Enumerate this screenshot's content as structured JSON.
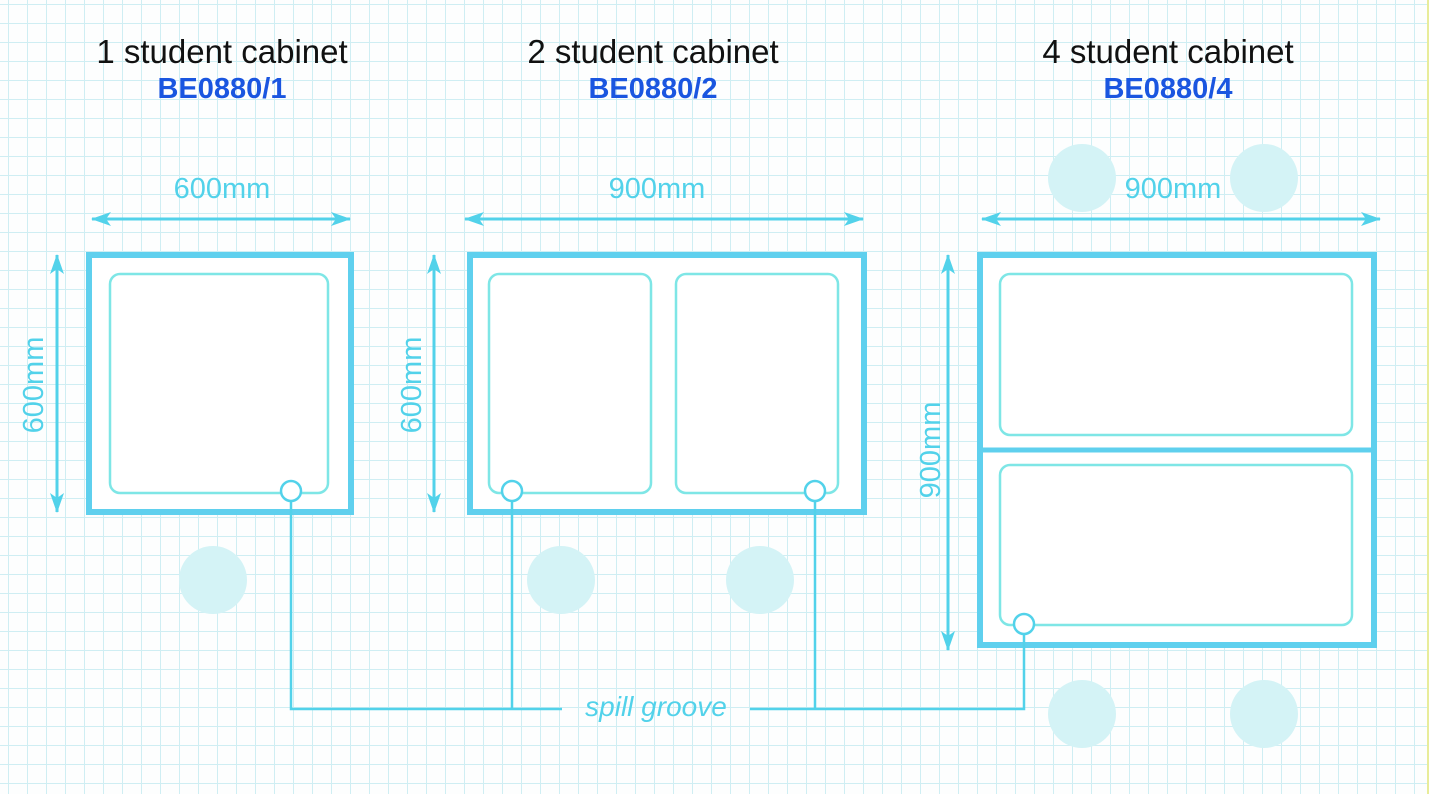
{
  "colors": {
    "cabinet_outline": "#5fd0ee",
    "sink_outline": "#7ee6e6",
    "dimension": "#52d2ea",
    "stool": "#d4f3f6",
    "code_text": "#1a56e0",
    "grid": "#cfeef3"
  },
  "cabinets": [
    {
      "name": "1 student cabinet",
      "code": "BE0880/1",
      "width_label": "600mm",
      "height_label": "600mm"
    },
    {
      "name": "2 student cabinet",
      "code": "BE0880/2",
      "width_label": "900mm",
      "height_label": "600mm"
    },
    {
      "name": "4 student cabinet",
      "code": "BE0880/4",
      "width_label": "900mm",
      "height_label": "900mm"
    }
  ],
  "spill_label": "spill groove"
}
